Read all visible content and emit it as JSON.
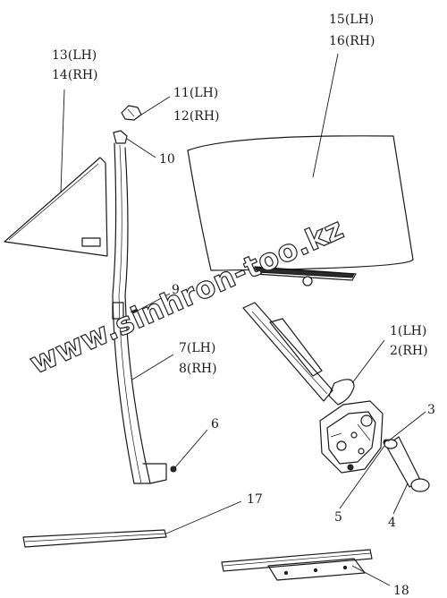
{
  "callouts": {
    "c1": "1(LH)",
    "c2": "2(RH)",
    "c3": "3",
    "c4": "4",
    "c5": "5",
    "c6": "6",
    "c7": "7(LH)",
    "c8": "8(RH)",
    "c9": "9",
    "c10": "10",
    "c11": "11(LH)",
    "c12": "12(RH)",
    "c13": "13(LH)",
    "c14": "14(RH)",
    "c15": "15(LH)",
    "c16": "16(RH)",
    "c17": "17",
    "c18": "18"
  },
  "watermark": "www.sinhron-too.kz",
  "colors": {
    "line": "#1a1a1a",
    "background": "#ffffff"
  }
}
